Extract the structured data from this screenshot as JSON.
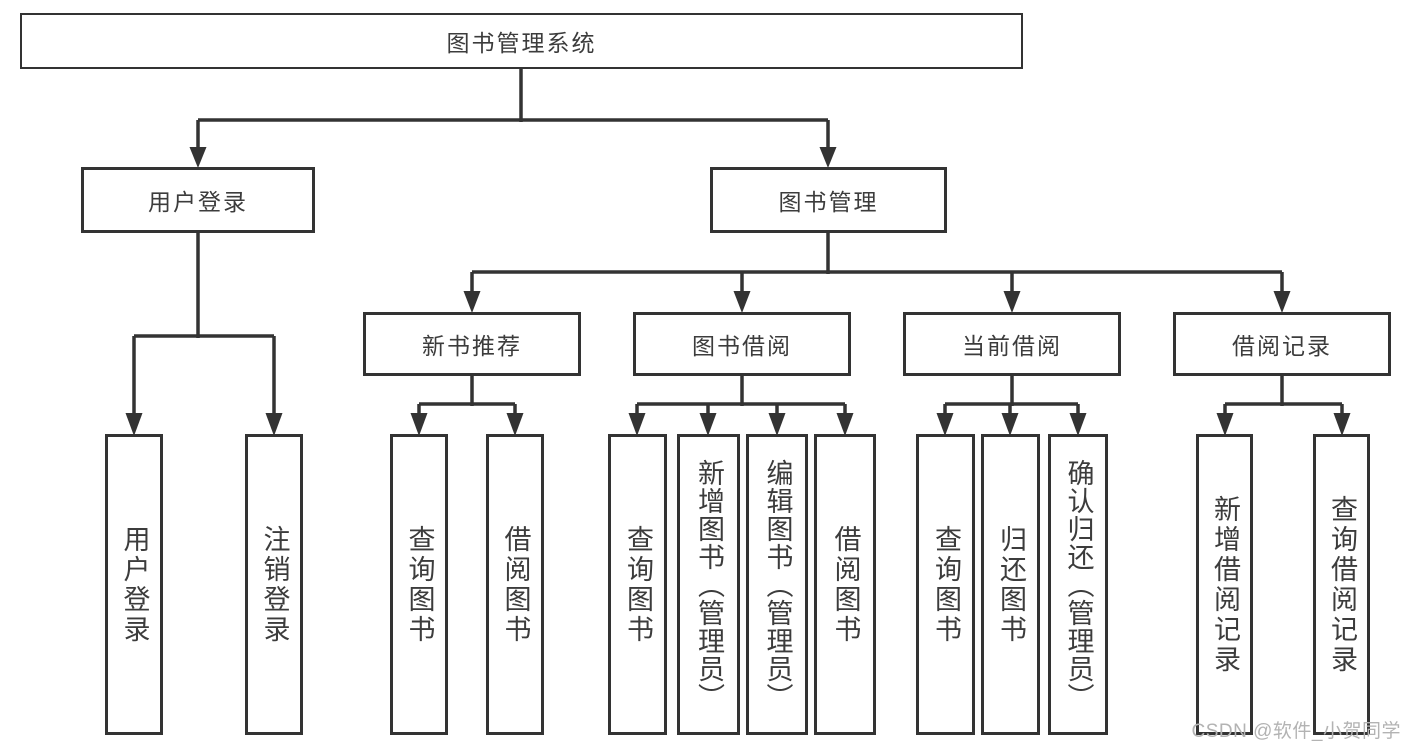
{
  "diagram": {
    "root": "图书管理系统",
    "branches": [
      {
        "label": "用户登录",
        "leaves": [
          "用户登录",
          "注销登录"
        ]
      },
      {
        "label": "图书管理",
        "groups": [
          {
            "label": "新书推荐",
            "leaves": [
              "查询图书",
              "借阅图书"
            ]
          },
          {
            "label": "图书借阅",
            "leaves": [
              "查询图书",
              "新增图书（管理员）",
              "编辑图书（管理员）",
              "借阅图书"
            ]
          },
          {
            "label": "当前借阅",
            "leaves": [
              "查询图书",
              "归还图书",
              "确认归还（管理员）"
            ]
          },
          {
            "label": "借阅记录",
            "leaves": [
              "新增借阅记录",
              "查询借阅记录"
            ]
          }
        ]
      }
    ]
  },
  "watermark": "CSDN @软件_小贺同学",
  "colors": {
    "line": "#333333",
    "box_border": "#333333",
    "box_fill": "#ffffff",
    "text": "#3c3c3c",
    "watermark": "#b3b3b3",
    "background": "#ffffff"
  }
}
